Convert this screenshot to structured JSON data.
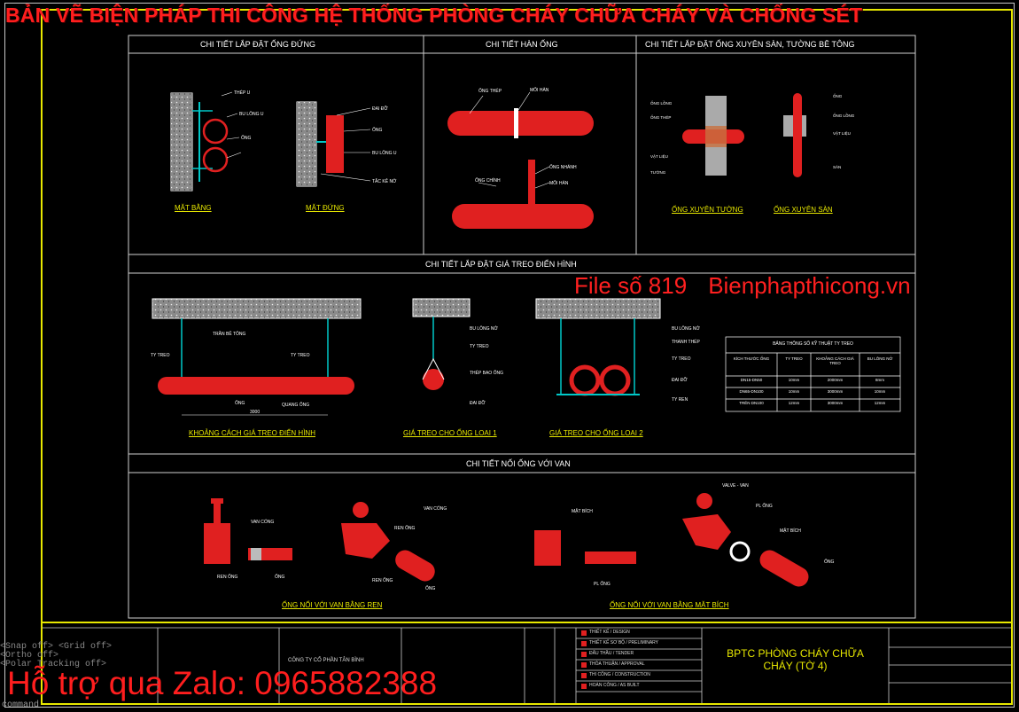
{
  "title": "BẢN VẼ BIỆN PHÁP THI CÔNG HỆ THỐNG PHÒNG CHÁY CHỮA CHÁY VÀ CHỐNG SÉT",
  "watermark": {
    "file": "File số 819",
    "site": "Bienphapthicong.vn"
  },
  "support": "Hỗ trợ qua Zalo: 0965882388",
  "command": "command",
  "command_history": [
    "<Snap off> <Grid off>",
    "<Ortho off>",
    "<Polar Tracking off>"
  ],
  "sections": {
    "vertical": "CHI TIẾT LẮP ĐẶT ỐNG ĐỨNG",
    "weld": "CHI TIẾT HÀN ỐNG",
    "through": "CHI TIẾT LẮP ĐẶT ỐNG XUYÊN SÀN, TƯỜNG BÊ TÔNG",
    "hanger": "CHI TIẾT LẮP ĐẶT GIÁ TREO ĐIỂN HÌNH",
    "valve": "CHI TIẾT NỐI ỐNG VỚI VAN"
  },
  "labels": {
    "mat_bang": "MẶT BẰNG",
    "mat_dung": "MẶT ĐỨNG",
    "xuyen_tuong": "ỐNG XUYÊN TƯỜNG",
    "xuyen_san": "ỐNG XUYÊN SÀN",
    "khoang_cach": "KHOẢNG CÁCH GIÁ TREO ĐIỂN HÌNH",
    "gia_treo_1": "GIÁ TREO CHO ỐNG LOẠI 1",
    "gia_treo_2": "GIÁ TREO CHO ỐNG LOẠI 2",
    "noi_ren": "ỐNG NỐI VỚI VAN BẰNG REN",
    "noi_mat_bich": "ỐNG NỐI VỚI VAN BẰNG MẶT BÍCH"
  },
  "callouts": {
    "thep_u": "THÉP U",
    "bu_long_u": "BU LÔNG U",
    "ong": "ỐNG",
    "dai_do": "ĐAI ĐỠ",
    "tac_ke_no": "TẮC KÊ NỞ",
    "ong_thep": "ỐNG THÉP",
    "moi_han": "MỐI HÀN",
    "ong_nhanh": "ỐNG NHÁNH",
    "ong_chinh": "ỐNG CHÍNH",
    "ty_treo": "TY TREO",
    "thanh_thep": "THANH THÉP",
    "tran_be_tong": "TRẦN BÊ TÔNG",
    "quang_ong": "QUANG ỐNG",
    "dim_3000": "3000",
    "van_cong": "VAN CỔNG",
    "ren_ong": "REN ỐNG",
    "mat_bich": "MẶT BÍCH",
    "valve_van": "VALVE - VAN"
  },
  "table": {
    "title": "BẢNG THÔNG SỐ KỸ THUẬT TY TREO",
    "headers": [
      "KÍCH THƯỚC ỐNG",
      "TY TREO",
      "KHOẢNG CÁCH GIÁ TREO",
      "BU LÔNG NỞ"
    ],
    "rows": [
      [
        "DN15-DN50",
        "10mm",
        "2000mm",
        "8mm"
      ],
      [
        "DN65-DN100",
        "10mm",
        "3000mm",
        "10mm"
      ],
      [
        "TRÊN DN100",
        "12mm",
        "3000mm",
        "12mm"
      ]
    ]
  },
  "titleblock": {
    "company": "CÔNG TY CỔ PHẦN TÂN BÌNH",
    "drawing_title": "BPTC PHÒNG CHÁY CHỮA CHÁY (TỜ 4)",
    "stages": [
      "THIẾT KẾ / DESIGN",
      "THIẾT KẾ SƠ BỘ / PRELIMINARY",
      "ĐẤU THẦU / TENDER",
      "THỎA THUẬN / APPROVAL",
      "THI CÔNG / CONSTRUCTION",
      "HOÀN CÔNG / AS BUILT"
    ]
  },
  "colors": {
    "frame": "#e8e800",
    "pipe": "#e02020",
    "hanger": "#00c8c8",
    "line": "#ffffff"
  }
}
